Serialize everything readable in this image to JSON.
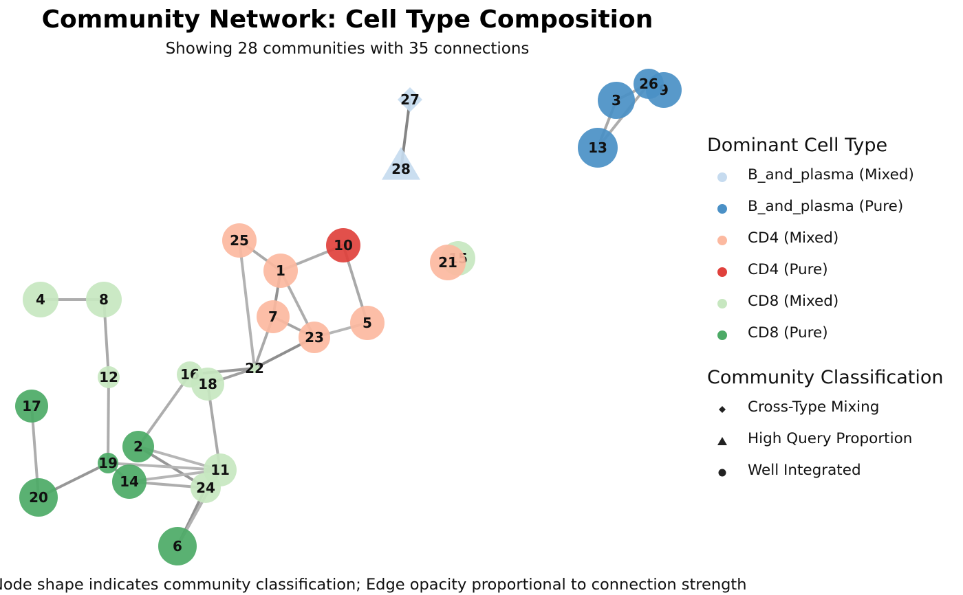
{
  "title": "Community Network: Cell Type Composition",
  "subtitle": "Showing 28 communities with 35 connections",
  "caption": "Node shape indicates community classification; Edge opacity proportional to connection strength",
  "colors": {
    "B_and_plasma (Mixed)": "#c6dbef",
    "B_and_plasma (Pure)": "#4a90c6",
    "CD4 (Mixed)": "#fcb9a0",
    "CD4 (Pure)": "#e0413c",
    "CD8 (Mixed)": "#c7e7c0",
    "CD8 (Pure)": "#4caa66"
  },
  "legend": {
    "celltype_title": "Dominant Cell Type",
    "celltype_items": [
      "B_and_plasma (Mixed)",
      "B_and_plasma (Pure)",
      "CD4 (Mixed)",
      "CD4 (Pure)",
      "CD8 (Mixed)",
      "CD8 (Pure)"
    ],
    "class_title": "Community Classification",
    "class_items": [
      {
        "label": "Cross-Type Mixing",
        "shape": "diamond"
      },
      {
        "label": "High Query Proportion",
        "shape": "triangle"
      },
      {
        "label": "Well Integrated",
        "shape": "circle"
      }
    ]
  },
  "network": {
    "nodes": [
      {
        "id": "1",
        "type": "CD4 (Mixed)",
        "shape": "circle"
      },
      {
        "id": "2",
        "type": "CD8 (Pure)",
        "shape": "circle"
      },
      {
        "id": "3",
        "type": "B_and_plasma (Pure)",
        "shape": "circle"
      },
      {
        "id": "4",
        "type": "CD8 (Mixed)",
        "shape": "circle"
      },
      {
        "id": "5",
        "type": "CD4 (Mixed)",
        "shape": "circle"
      },
      {
        "id": "6",
        "type": "CD8 (Pure)",
        "shape": "circle"
      },
      {
        "id": "7",
        "type": "CD4 (Mixed)",
        "shape": "circle"
      },
      {
        "id": "8",
        "type": "CD8 (Mixed)",
        "shape": "circle"
      },
      {
        "id": "9",
        "type": "B_and_plasma (Pure)",
        "shape": "circle"
      },
      {
        "id": "10",
        "type": "CD4 (Pure)",
        "shape": "circle"
      },
      {
        "id": "11",
        "type": "CD8 (Mixed)",
        "shape": "circle"
      },
      {
        "id": "12",
        "type": "CD8 (Mixed)",
        "shape": "circle"
      },
      {
        "id": "13",
        "type": "B_and_plasma (Pure)",
        "shape": "circle"
      },
      {
        "id": "14",
        "type": "CD8 (Pure)",
        "shape": "circle"
      },
      {
        "id": "15",
        "type": "CD8 (Mixed)",
        "shape": "circle"
      },
      {
        "id": "16",
        "type": "CD8 (Mixed)",
        "shape": "circle"
      },
      {
        "id": "17",
        "type": "CD8 (Pure)",
        "shape": "circle"
      },
      {
        "id": "18",
        "type": "CD8 (Mixed)",
        "shape": "circle"
      },
      {
        "id": "19",
        "type": "CD8 (Pure)",
        "shape": "circle"
      },
      {
        "id": "20",
        "type": "CD8 (Pure)",
        "shape": "circle"
      },
      {
        "id": "21",
        "type": "CD4 (Mixed)",
        "shape": "circle"
      },
      {
        "id": "22",
        "type": "CD8 (Mixed)",
        "shape": "circle"
      },
      {
        "id": "23",
        "type": "CD4 (Mixed)",
        "shape": "circle"
      },
      {
        "id": "24",
        "type": "CD8 (Mixed)",
        "shape": "circle"
      },
      {
        "id": "25",
        "type": "CD4 (Mixed)",
        "shape": "circle"
      },
      {
        "id": "26",
        "type": "B_and_plasma (Pure)",
        "shape": "circle"
      },
      {
        "id": "27",
        "type": "B_and_plasma (Mixed)",
        "shape": "diamond"
      },
      {
        "id": "28",
        "type": "B_and_plasma (Mixed)",
        "shape": "triangle"
      }
    ],
    "edges": [
      {
        "source": "27",
        "target": "28",
        "strength": 0.75
      },
      {
        "source": "3",
        "target": "26",
        "strength": 0.3
      },
      {
        "source": "3",
        "target": "13",
        "strength": 0.35
      },
      {
        "source": "13",
        "target": "26",
        "strength": 0.3
      },
      {
        "source": "26",
        "target": "9",
        "strength": 0.3
      },
      {
        "source": "25",
        "target": "1",
        "strength": 0.35
      },
      {
        "source": "1",
        "target": "10",
        "strength": 0.3
      },
      {
        "source": "10",
        "target": "5",
        "strength": 0.35
      },
      {
        "source": "1",
        "target": "7",
        "strength": 0.6
      },
      {
        "source": "1",
        "target": "23",
        "strength": 0.3
      },
      {
        "source": "7",
        "target": "23",
        "strength": 0.4
      },
      {
        "source": "23",
        "target": "5",
        "strength": 0.2
      },
      {
        "source": "25",
        "target": "22",
        "strength": 0.25
      },
      {
        "source": "7",
        "target": "22",
        "strength": 0.35
      },
      {
        "source": "23",
        "target": "22",
        "strength": 0.65
      },
      {
        "source": "22",
        "target": "16",
        "strength": 0.55
      },
      {
        "source": "22",
        "target": "18",
        "strength": 0.45
      },
      {
        "source": "16",
        "target": "18",
        "strength": 0.4
      },
      {
        "source": "4",
        "target": "8",
        "strength": 0.3
      },
      {
        "source": "8",
        "target": "12",
        "strength": 0.35
      },
      {
        "source": "12",
        "target": "19",
        "strength": 0.3
      },
      {
        "source": "16",
        "target": "2",
        "strength": 0.3
      },
      {
        "source": "18",
        "target": "11",
        "strength": 0.35
      },
      {
        "source": "2",
        "target": "24",
        "strength": 0.55
      },
      {
        "source": "2",
        "target": "11",
        "strength": 0.2
      },
      {
        "source": "19",
        "target": "11",
        "strength": 0.2
      },
      {
        "source": "19",
        "target": "14",
        "strength": 0.45
      },
      {
        "source": "19",
        "target": "20",
        "strength": 0.55
      },
      {
        "source": "17",
        "target": "20",
        "strength": 0.3
      },
      {
        "source": "14",
        "target": "24",
        "strength": 0.3
      },
      {
        "source": "24",
        "target": "11",
        "strength": 0.3
      },
      {
        "source": "24",
        "target": "6",
        "strength": 0.6
      },
      {
        "source": "11",
        "target": "6",
        "strength": 0.25
      },
      {
        "source": "21",
        "target": "15",
        "strength": 0.2
      },
      {
        "source": "14",
        "target": "11",
        "strength": 0.2
      }
    ]
  }
}
